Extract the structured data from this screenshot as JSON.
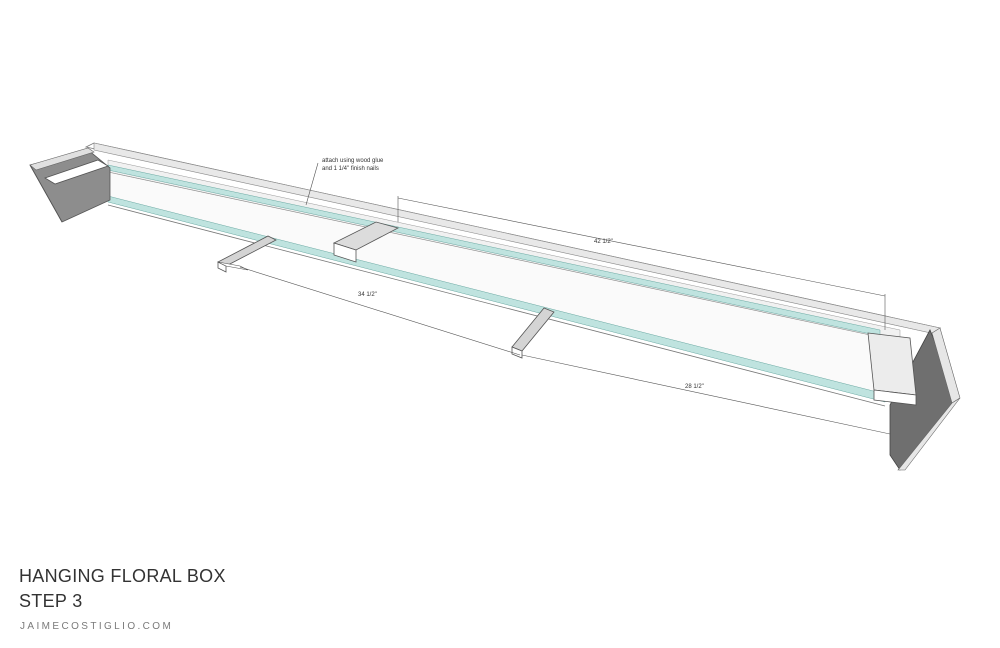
{
  "title": {
    "line1": "HANGING FLORAL BOX",
    "line2": "STEP 3"
  },
  "website": "JAIMECOSTIGLIO.COM",
  "annotation": {
    "line1": "attach using wood glue",
    "line2": "and 1 1/4\" finish nails"
  },
  "dimensions": {
    "top": "42 1/2\"",
    "middle": "34 1/2\"",
    "right": "28 1/2\""
  },
  "colors": {
    "board_white": "#ffffff",
    "edge_dark": "#8f8f8f",
    "edge_light": "#dcdcdc",
    "glass": "#bfe3df",
    "line": "#555555"
  }
}
